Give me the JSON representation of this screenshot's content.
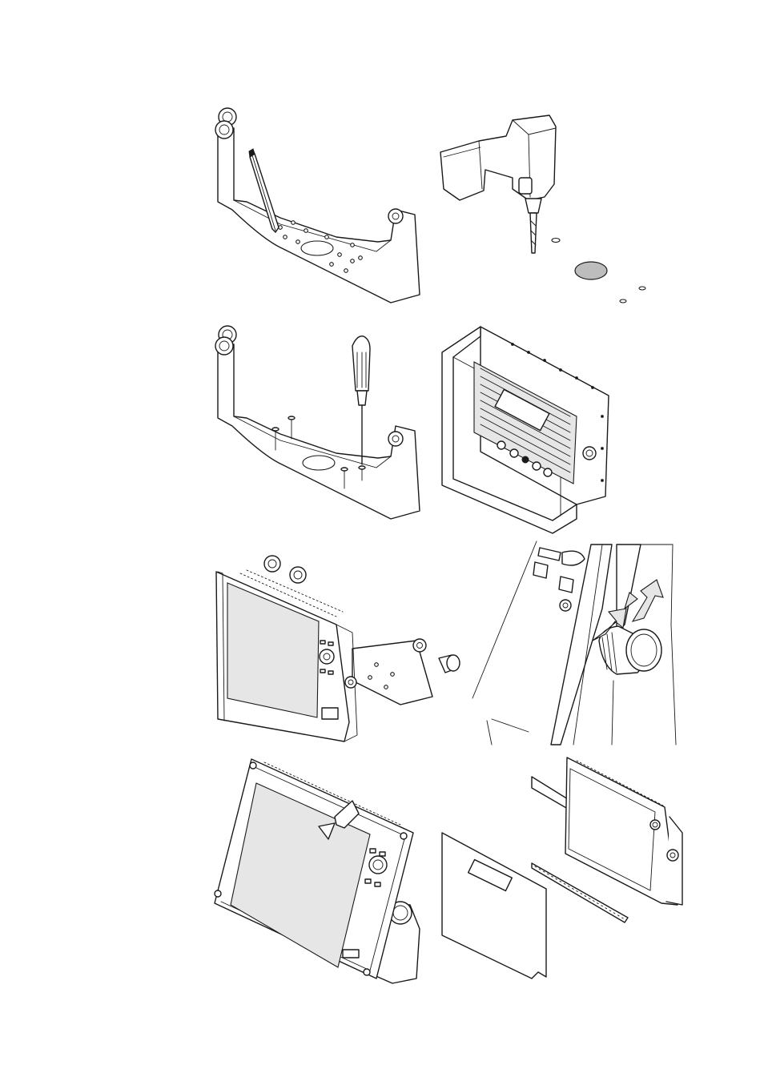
{
  "document": {
    "type": "installation-illustration-sheet",
    "panels": [
      {
        "id": "bracket-marking",
        "icon": "bracket-pencil-icon"
      },
      {
        "id": "drilling",
        "icon": "power-drill-icon"
      },
      {
        "id": "bracket-screwing",
        "icon": "screwdriver-icon"
      },
      {
        "id": "flush-mount-frame",
        "icon": "display-rear-frame-icon"
      },
      {
        "id": "display-on-bracket",
        "icon": "display-bracket-knobs-icon"
      },
      {
        "id": "knob-tightening",
        "icon": "knob-closeup-icon"
      },
      {
        "id": "sun-cover-fitting",
        "icon": "display-sun-cover-icon"
      },
      {
        "id": "front-trim-strips",
        "icon": "trim-strips-icon"
      }
    ],
    "colors": {
      "line": "#1a1a1a",
      "paper": "#ffffff",
      "accent": "#bdbdbd"
    }
  }
}
